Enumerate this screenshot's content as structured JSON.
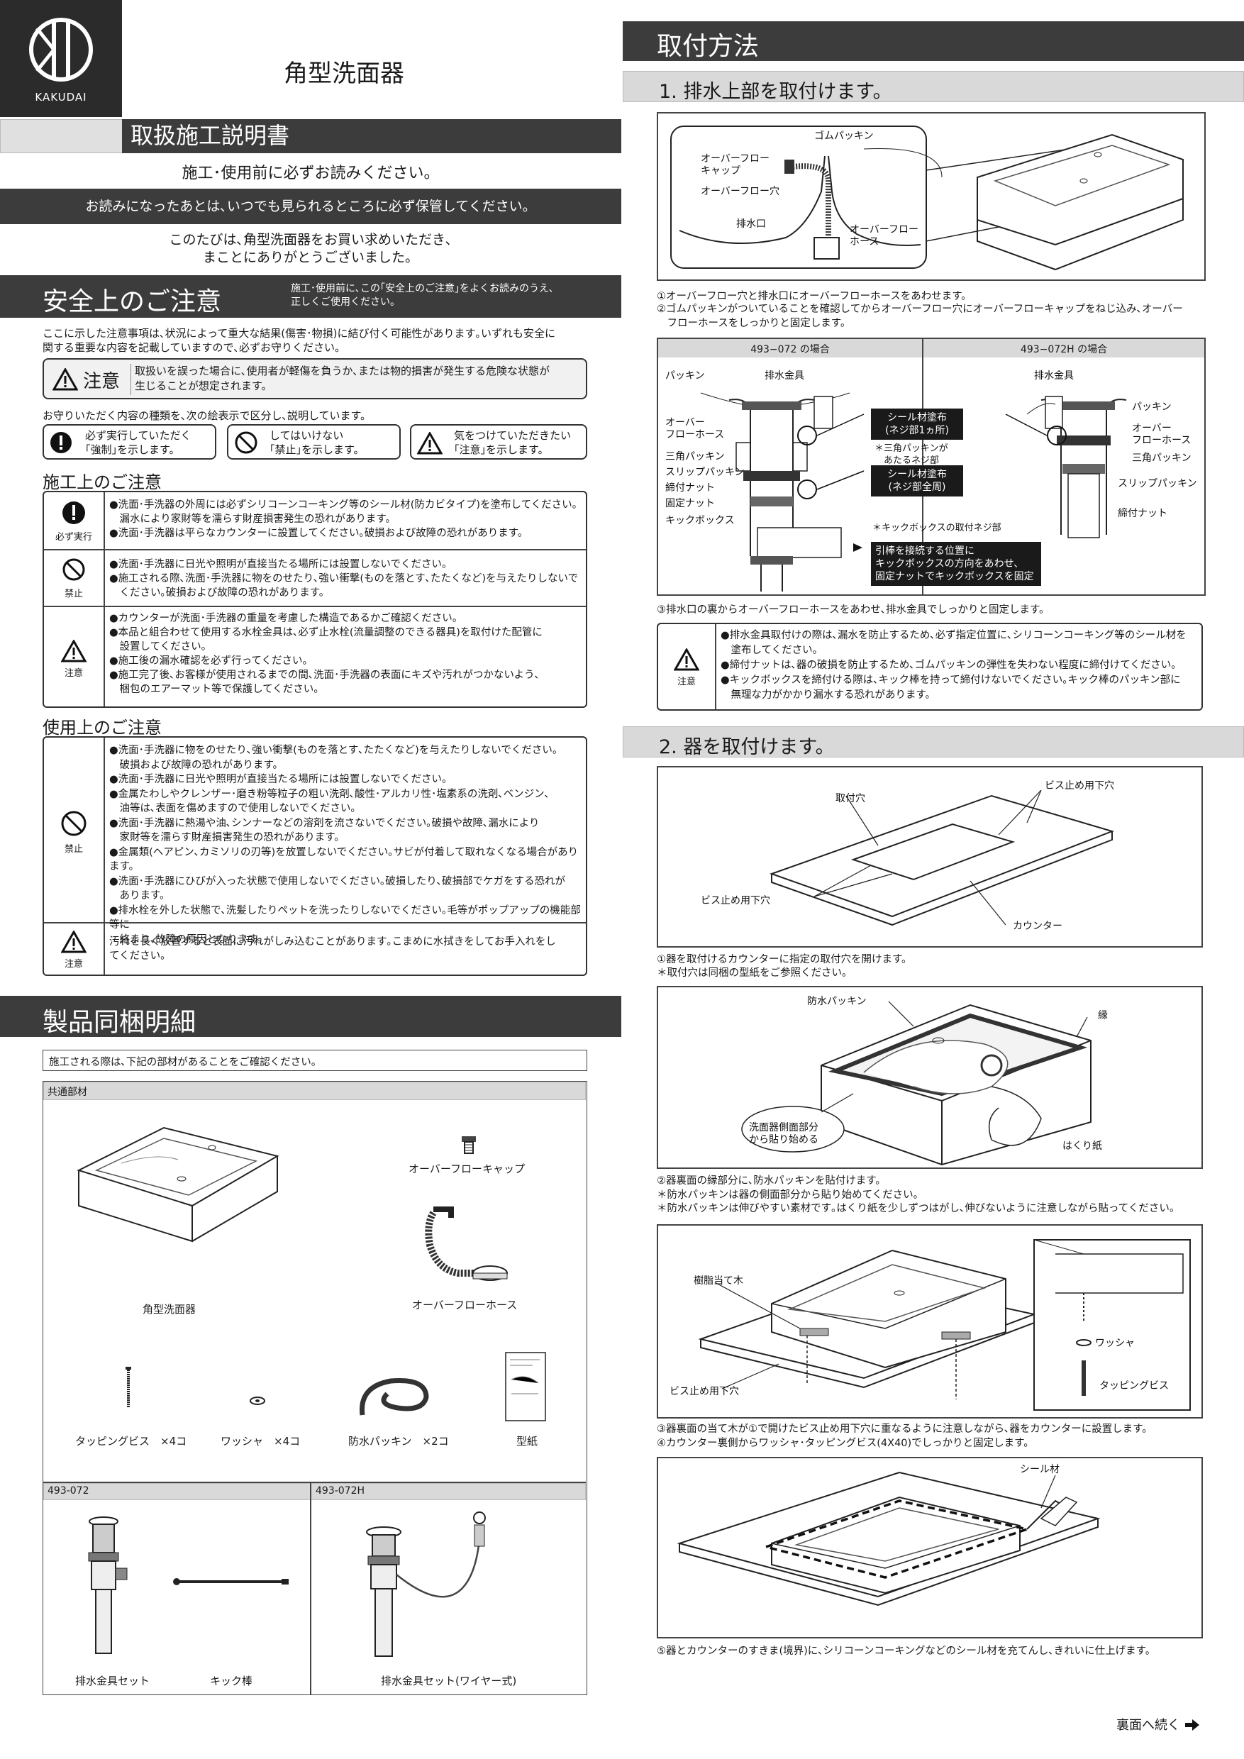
{
  "brand": {
    "name": "KAKUDAI"
  },
  "product_title": "角型洗面器",
  "manual_title": "取扱施工説明書",
  "read_before": "施工･使用前に必ずお読みください。",
  "keep_notice": "お読みになったあとは､いつでも見られるところに必ず保管してください。",
  "thanks": "このたびは､角型洗面器をお買い求めいただき､\nまことにありがとうございました。",
  "safety": {
    "title": "安全上のご注意",
    "lead": "施工･使用前に､この｢安全上のご注意｣をよくお読みのうえ､\n正しくご使用ください。",
    "intro": "ここに示した注意事項は､状況によって重大な結果(傷害･物損)に結び付く可能性があります｡いずれも安全に\n関する重要な内容を記載していますので､必ずお守りください。",
    "caution_label": "注意",
    "caution_text": "取扱いを誤った場合に､使用者が軽傷を負うか､または物的損害が発生する危険な状態が\n生じることが想定されます。",
    "symbols_lead": "お守りいただく内容の種類を､次の絵表示で区分し､説明しています。",
    "symbols": [
      {
        "text": "必ず実行していただく\n｢強制｣を示します。"
      },
      {
        "text": "してはいけない\n｢禁止｣を示します。"
      },
      {
        "text": "気をつけていただきたい\n｢注意｣を示します。"
      }
    ],
    "install_title": "施工上のご注意",
    "install_rows": [
      {
        "label": "必ず実行",
        "text": "●洗面･手洗器の外周には必ずシリコーンコーキング等のシール材(防カビタイプ)を塗布してください。\n　漏水により家財等を濡らす財産損害発生の恐れがあります。\n●洗面･手洗器は平らなカウンターに設置してください｡破損および故障の恐れがあります。"
      },
      {
        "label": "禁止",
        "text": "●洗面･手洗器に日光や照明が直接当たる場所には設置しないでください。\n●施工される際､洗面･手洗器に物をのせたり､強い衝撃(ものを落とす､たたくなど)を与えたりしないで\n　ください｡破損および故障の恐れがあります。"
      },
      {
        "label": "注意",
        "text": "●カウンターが洗面･手洗器の重量を考慮した構造であるかご確認ください。\n●本品と組合わせて使用する水栓金具は､必ず止水栓(流量調整のできる器具)を取付けた配管に\n　設置してください。\n●施工後の漏水確認を必ず行ってください。\n●施工完了後､お客様が使用されるまでの間､洗面･手洗器の表面にキズや汚れがつかないよう､\n　梱包のエアーマット等で保護してください。"
      }
    ],
    "use_title": "使用上のご注意",
    "use_rows": [
      {
        "label": "禁止",
        "text": "●洗面･手洗器に物をのせたり､強い衝撃(ものを落とす､たたくなど)を与えたりしないでください。\n　破損および故障の恐れがあります。\n●洗面･手洗器に日光や照明が直接当たる場所には設置しないでください。\n●金属たわしやクレンザー･磨き粉等粒子の粗い洗剤､酸性･アルカリ性･塩素系の洗剤､ベンジン､\n　油等は､表面を傷めますので使用しないでください。\n●洗面･手洗器に熱湯や油､シンナーなどの溶剤を流さないでください｡破損や故障､漏水により\n　家財等を濡らす財産損害発生の恐れがあります。\n●金属類(ヘアピン､カミソリの刃等)を放置しないでください｡サビが付着して取れなくなる場合があります。\n●洗面･手洗器にひびが入った状態で使用しないでください｡破損したり､破損部でケガをする恐れが\n　あります。\n●排水栓を外した状態で､洗髪したりペットを洗ったりしないでください｡毛等がポップアップの機能部等に\n　絡まり､故障の原因となります。"
      },
      {
        "label": "注意",
        "text": "汚れを長く放置すると表面に汚れがしみ込むことがあります｡こまめに水拭きをしてお手入れをし\nてください。"
      }
    ]
  },
  "contents": {
    "title": "製品同梱明細",
    "lead": "施工される際は､下記の部材があることをご確認ください。",
    "common_label": "共通部材",
    "items": {
      "basin": "角型洗面器",
      "overflow_cap": "オーバーフローキャップ",
      "overflow_hose": "オーバーフローホース",
      "screw": "タッピングビス　×4コ",
      "washer": "ワッシャ　×4コ",
      "packing": "防水パッキン　×2コ",
      "template": "型紙"
    },
    "model_a": "493-072",
    "model_b": "493-072H",
    "model_a_items": [
      "排水金具セット",
      "キック棒"
    ],
    "model_b_item": "排水金具セット(ワイヤー式)"
  },
  "install": {
    "title": "取付方法",
    "step1": {
      "title": "1. 排水上部を取付けます。",
      "fig_labels": {
        "rubber_packing": "ゴムパッキン",
        "overflow_cap": "オーバーフロー\nキャップ",
        "overflow_hole": "オーバーフロー穴",
        "drain_port": "排水口",
        "overflow_hose": "オーバーフロー\nホース"
      },
      "note1": "①オーバーフロー穴と排水口にオーバーフローホースをあわせます。",
      "note2": "②ゴムパッキンがついていることを確認してからオーバーフロー穴にオーバーフローキャップをねじ込み､オーバー\n　フローホースをしっかりと固定します。",
      "case_a": "493−072 の場合",
      "case_b": "493−072H の場合",
      "parts_a": [
        "パッキン",
        "排水金具",
        "オーバー\nフローホース",
        "三角パッキン",
        "スリップパッキン",
        "締付ナット",
        "固定ナット",
        "キックボックス"
      ],
      "parts_b": [
        "排水金具",
        "パッキン",
        "オーバー\nフローホース",
        "三角パッキン",
        "スリップパッキン",
        "締付ナット"
      ],
      "seal_one": "シール材塗布\n(ネジ部1ヵ所)",
      "seal_one_note": "＊三角パッキンが\n　あたるネジ部",
      "seal_all": "シール材塗布\n(ネジ部全周)",
      "kick_note": "＊キックボックスの取付ネジ部",
      "kick_box_note": "引棒を接続する位置に\nキックボックスの方向をあわせ､\n固定ナットでキックボックスを固定",
      "note3": "③排水口の裏からオーバーフローホースをあわせ､排水金具でしっかりと固定します。",
      "caution_label": "注意",
      "caution_text": "●排水金具取付けの際は､漏水を防止するため､必ず指定位置に､シリコーンコーキング等のシール材を\n　塗布してください。\n●締付ナットは､器の破損を防止するため､ゴムパッキンの弾性を失わない程度に締付けてください。\n●キックボックスを締付ける際は､キック棒を持って締付けないでください｡キック棒のパッキン部に\n　無理な力がかかり漏水する恐れがあります。"
    },
    "step2": {
      "title": "2. 器を取付けます。",
      "fig1": {
        "hole": "取付穴",
        "screw_hole_a": "ビス止め用下穴",
        "screw_hole_b": "ビス止め用下穴",
        "counter": "カウンター"
      },
      "note1": "①器を取付けるカウンターに指定の取付穴を開けます。\n＊取付穴は同梱の型紙をご参照ください。",
      "fig2": {
        "packing": "防水パッキン",
        "rim": "縁",
        "side": "洗面器側面部分\nから貼り始める",
        "release": "はくり紙"
      },
      "note2": "②器裏面の縁部分に､防水パッキンを貼付けます。\n＊防水パッキンは器の側面部分から貼り始めてください。\n＊防水パッキンは伸びやすい素材です｡はくり紙を少しずつはがし､伸びないように注意しながら貼ってください。",
      "fig3": {
        "resin": "樹脂当て木",
        "screw_hole": "ビス止め用下穴",
        "washer": "ワッシャ",
        "screw": "タッピングビス"
      },
      "note3": "③器裏面の当て木が①で開けたビス止め用下穴に重なるように注意しながら､器をカウンターに設置します。\n④カウンター裏側からワッシャ･タッピングビス(4X40)でしっかりと固定します。",
      "fig4": {
        "sealant": "シール材"
      },
      "note5": "⑤器とカウンターのすきま(境界)に､シリコーンコーキングなどのシール材を充てんし､きれいに仕上げます。"
    },
    "continue": "裏面へ続く"
  }
}
